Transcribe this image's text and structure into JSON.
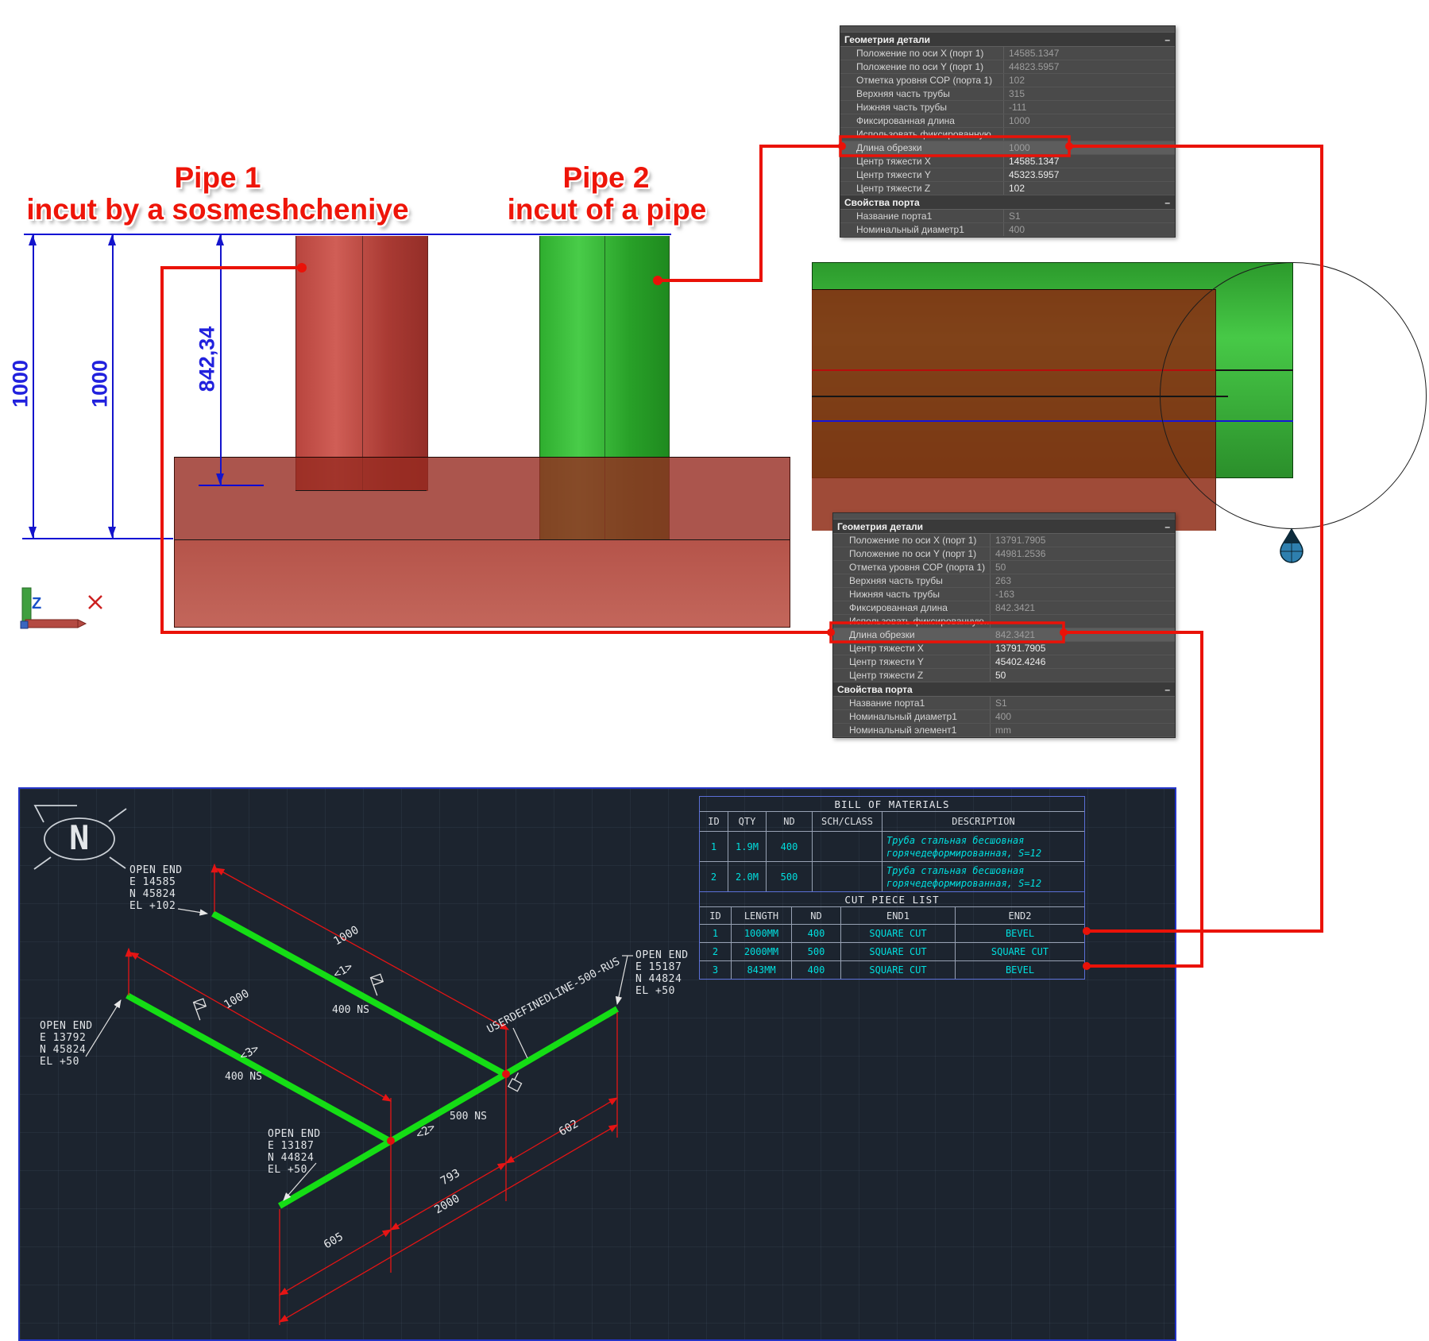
{
  "view3d": {
    "pipe1_title_line1": "Pipe 1",
    "pipe1_title_line2": "incut by a sosmeshcheniye",
    "pipe2_title_line1": "Pipe 2",
    "pipe2_title_line2": "incut of a pipe",
    "dim_left": "1000",
    "dim_mid": "1000",
    "dim_incut": "842,34",
    "ucs_z": "Z"
  },
  "panel_top": {
    "title_geometry": "Геометрия детали",
    "collapse_glyph": "–",
    "rows": [
      {
        "label": "Положение по оси X (порт 1)",
        "value": "14585.1347"
      },
      {
        "label": "Положение по оси Y (порт 1)",
        "value": "44823.5957"
      },
      {
        "label": "Отметка уровня СОР (порта 1)",
        "value": "102"
      },
      {
        "label": "Верхняя часть трубы",
        "value": "315"
      },
      {
        "label": "Нижняя часть трубы",
        "value": "-111"
      },
      {
        "label": "Фиксированная длина",
        "value": "1000"
      },
      {
        "label": "Использовать фиксированную...",
        "value": ""
      },
      {
        "label": "Длина обрезки",
        "value": "1000"
      },
      {
        "label": "Центр тяжести X",
        "value": "14585.1347"
      },
      {
        "label": "Центр тяжести Y",
        "value": "45323.5957"
      },
      {
        "label": "Центр тяжести Z",
        "value": "102"
      }
    ],
    "title_port": "Свойства порта",
    "port_rows": [
      {
        "label": "Название порта1",
        "value": "S1"
      },
      {
        "label": "Номинальный диаметр1",
        "value": "400"
      }
    ]
  },
  "panel_bottom": {
    "title_geometry": "Геометрия детали",
    "collapse_glyph": "–",
    "rows": [
      {
        "label": "Положение по оси X (порт 1)",
        "value": "13791.7905"
      },
      {
        "label": "Положение по оси Y (порт 1)",
        "value": "44981.2536"
      },
      {
        "label": "Отметка уровня СОР (порта 1)",
        "value": "50"
      },
      {
        "label": "Верхняя часть трубы",
        "value": "263"
      },
      {
        "label": "Нижняя часть трубы",
        "value": "-163"
      },
      {
        "label": "Фиксированная длина",
        "value": "842.3421"
      },
      {
        "label": "Использовать фиксированную...",
        "value": ""
      },
      {
        "label": "Длина обрезки",
        "value": "842.3421"
      },
      {
        "label": "Центр тяжести X",
        "value": "13791.7905"
      },
      {
        "label": "Центр тяжести Y",
        "value": "45402.4246"
      },
      {
        "label": "Центр тяжести Z",
        "value": "50"
      }
    ],
    "title_port": "Свойства порта",
    "port_rows": [
      {
        "label": "Название порта1",
        "value": "S1"
      },
      {
        "label": "Номинальный диаметр1",
        "value": "400"
      },
      {
        "label": "Номинальный элемент1",
        "value": "mm"
      }
    ]
  },
  "iso": {
    "north": "N",
    "open_ends": [
      {
        "l1": "OPEN END",
        "l2": "E 14585",
        "l3": "N 45824",
        "l4": "EL +102"
      },
      {
        "l1": "OPEN END",
        "l2": "E 13792",
        "l3": "N 45824",
        "l4": "EL +50"
      },
      {
        "l1": "OPEN END",
        "l2": "E 13187",
        "l3": "N 44824",
        "l4": "EL +50"
      },
      {
        "l1": "OPEN END",
        "l2": "E 15187",
        "l3": "N 44824",
        "l4": "EL +50"
      }
    ],
    "dim_run1": "1000",
    "dim_run2": "1000",
    "dim_seg1": "605",
    "dim_seg2": "793",
    "dim_seg3": "602",
    "dim_total": "2000",
    "ns_run1": "400 NS",
    "ns_run2": "400 NS",
    "ns_run3": "500 NS",
    "piece1": "<1>",
    "piece2": "<2>",
    "piece3": "<3>",
    "userline": "USERDEFINEDLINE-500-RUS"
  },
  "bom": {
    "title": "BILL OF MATERIALS",
    "headers": [
      "ID",
      "QTY",
      "ND",
      "SCH/CLASS",
      "DESCRIPTION"
    ],
    "rows": [
      {
        "id": "1",
        "qty": "1.9M",
        "nd": "400",
        "sch": "",
        "desc1": "Труба стальная бесшовная",
        "desc2": "горячедеформированная, S=12"
      },
      {
        "id": "2",
        "qty": "2.0M",
        "nd": "500",
        "sch": "",
        "desc1": "Труба стальная бесшовная",
        "desc2": "горячедеформированная, S=12"
      }
    ]
  },
  "cutlist": {
    "title": "CUT PIECE LIST",
    "headers": [
      "ID",
      "LENGTH",
      "ND",
      "END1",
      "END2"
    ],
    "rows": [
      {
        "id": "1",
        "length": "1000MM",
        "nd": "400",
        "end1": "SQUARE CUT",
        "end2": "BEVEL"
      },
      {
        "id": "2",
        "length": "2000MM",
        "nd": "500",
        "end1": "SQUARE CUT",
        "end2": "SQUARE CUT"
      },
      {
        "id": "3",
        "length": "843MM",
        "nd": "400",
        "end1": "SQUARE CUT",
        "end2": "BEVEL"
      }
    ]
  },
  "colors": {
    "leader_red": "#e81508",
    "pipe_green": "#15dd15",
    "cad_cyan": "#00dfdf",
    "dim_blue": "#1414cc"
  }
}
